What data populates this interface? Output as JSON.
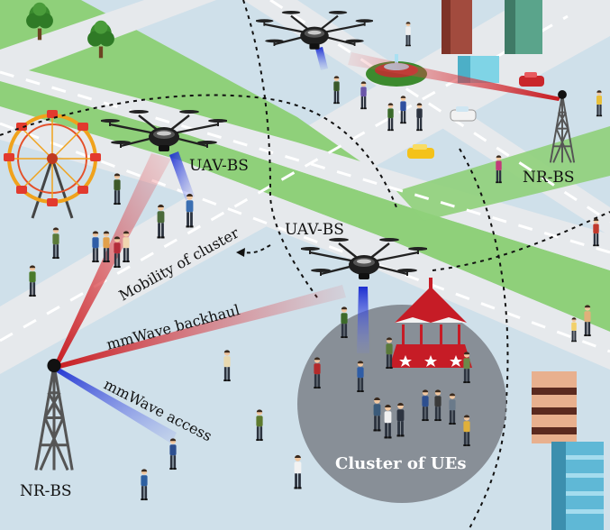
{
  "labels": {
    "uav_bs_top": "UAV-BS",
    "uav_bs_mid": "UAV-BS",
    "nr_bs_right": "NR-BS",
    "nr_bs_left": "NR-BS",
    "mobility": "Mobility of cluster",
    "backhaul": "mmWave backhaul",
    "access": "mmWave access",
    "cluster": "Cluster of UEs"
  },
  "colors": {
    "road": "#e6e9ec",
    "grass": "#8fd07a",
    "backhaul_beam": "#d8262b",
    "access_beam": "#2a3fd6",
    "cluster_disc": "#7b8088"
  },
  "icons": [
    "drone-icon",
    "tower-icon",
    "person-icon",
    "tree-icon",
    "building-icon",
    "car-icon",
    "ferris-wheel-icon",
    "carousel-icon",
    "fountain-icon"
  ]
}
